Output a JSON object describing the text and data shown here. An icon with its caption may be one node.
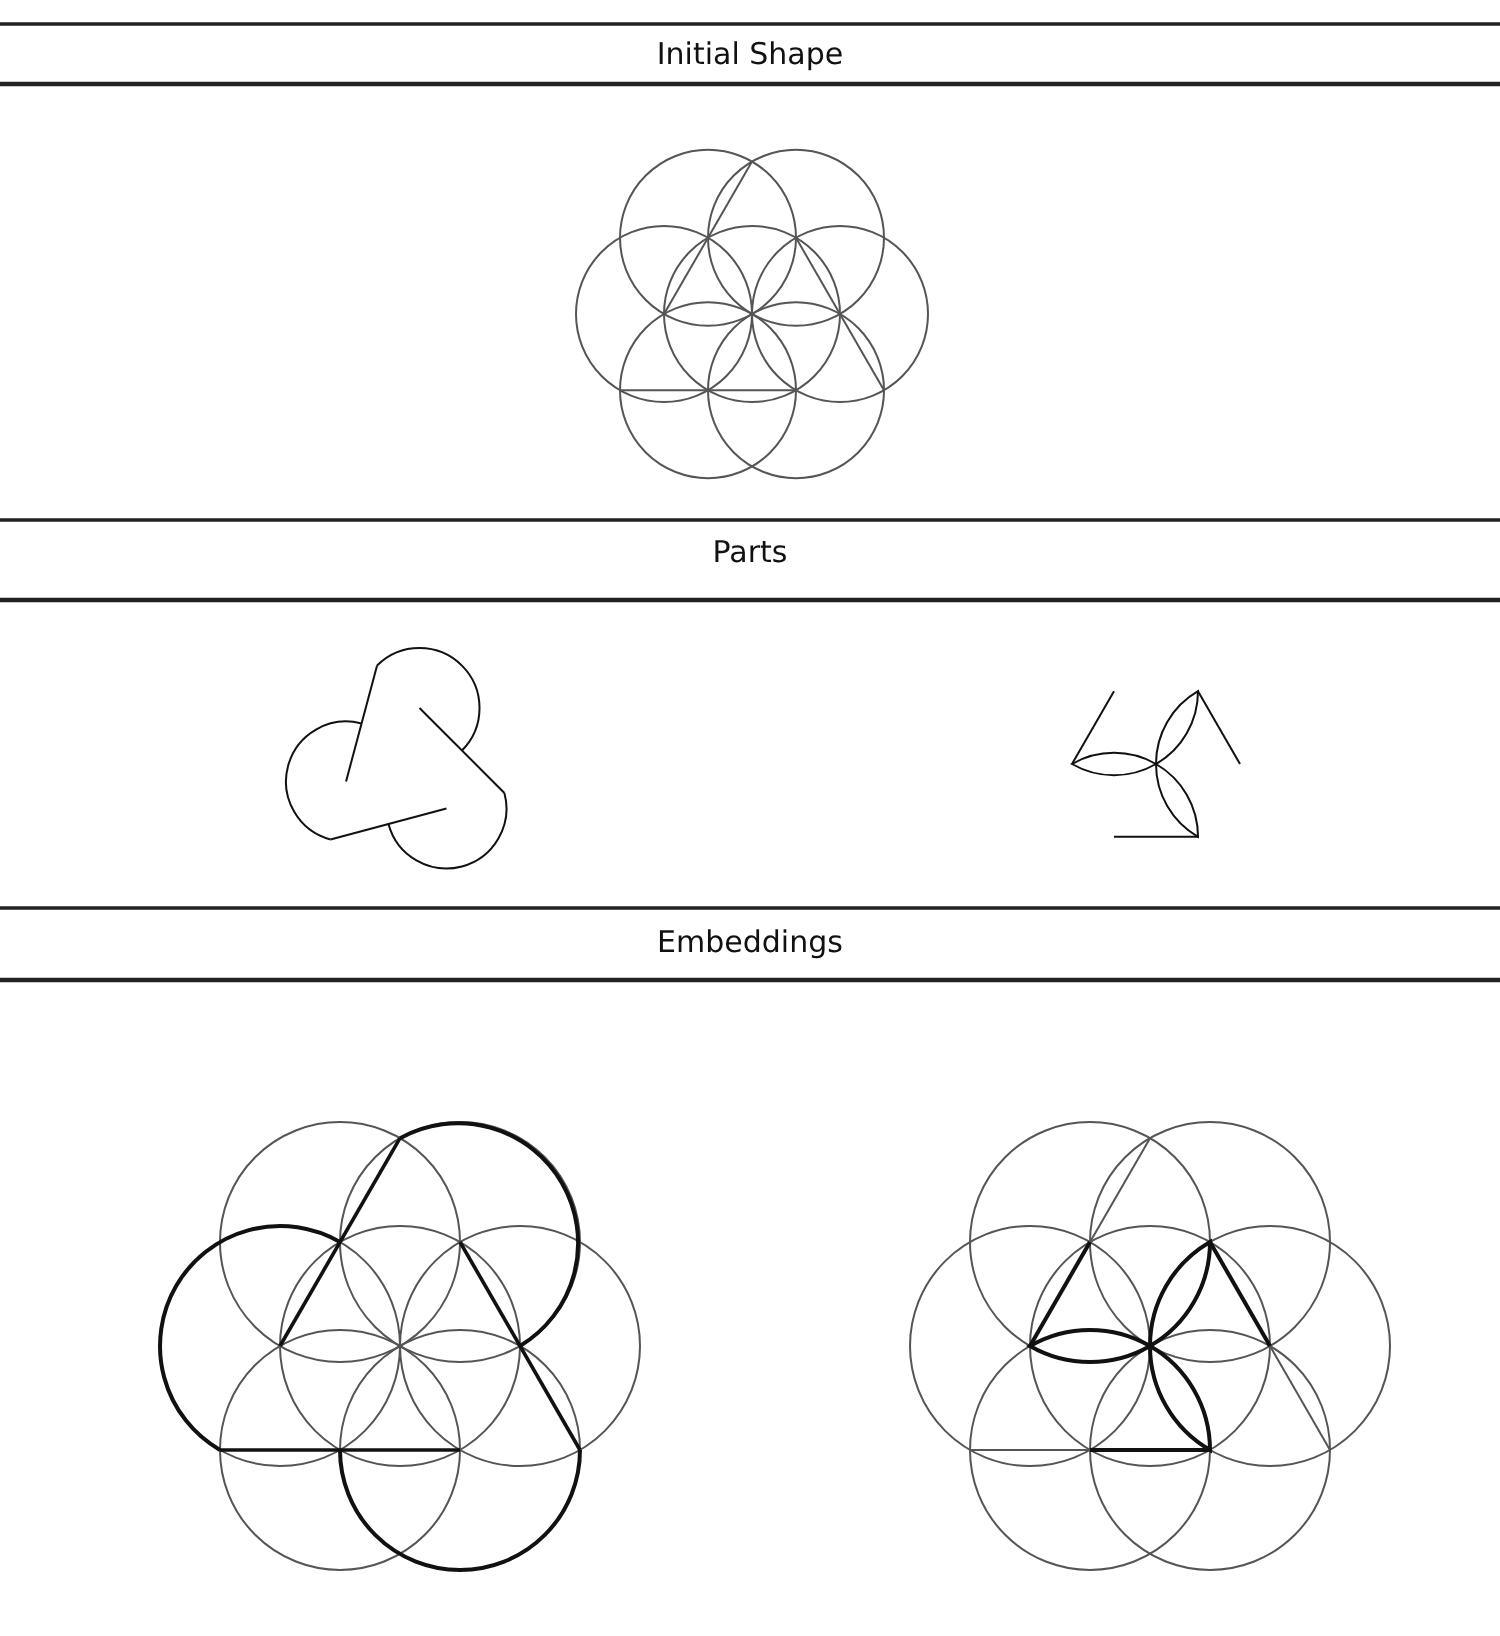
{
  "diagram": {
    "labels": [
      "Initial Shape",
      "Parts",
      "Embeddings"
    ]
  }
}
